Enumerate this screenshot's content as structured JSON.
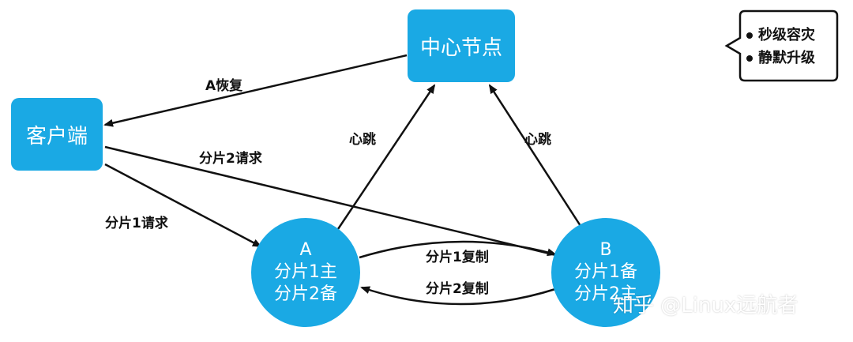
{
  "nodes": {
    "center": "中心节点",
    "client": "客户端",
    "a": {
      "name": "A",
      "line1": "分片1主",
      "line2": "分片2备"
    },
    "b": {
      "name": "B",
      "line1": "分片1备",
      "line2": "分片2主"
    }
  },
  "edges": {
    "a_recover": "A恢复",
    "shard2_request": "分片2请求",
    "shard1_request": "分片1请求",
    "heartbeat_a": "心跳",
    "heartbeat_b": "心跳",
    "shard1_replicate": "分片1复制",
    "shard2_replicate": "分片2复制"
  },
  "callout": {
    "items": [
      "秒级容灾",
      "静默升级"
    ]
  },
  "watermark": "知乎 @Linux远航者",
  "colors": {
    "node": "#1aa9e4",
    "line": "#111111"
  }
}
